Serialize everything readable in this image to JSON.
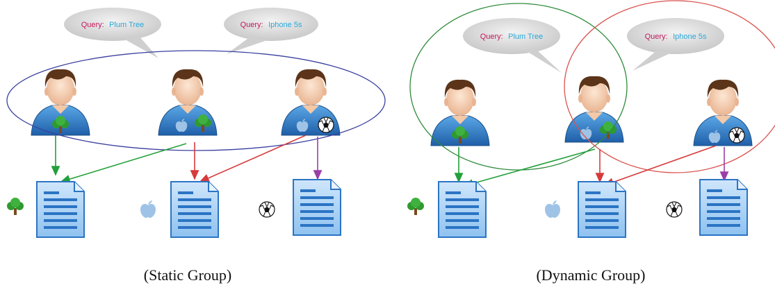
{
  "panels": [
    {
      "caption": "(Static Group)",
      "bubbles": [
        {
          "query_label": "Query:",
          "query_value": "Plum Tree"
        },
        {
          "query_label": "Query:",
          "query_value": "Iphone 5s"
        }
      ]
    },
    {
      "caption": "(Dynamic Group)",
      "bubbles": [
        {
          "query_label": "Query:",
          "query_value": "Plum Tree"
        },
        {
          "query_label": "Query:",
          "query_value": "Iphone 5s"
        }
      ]
    }
  ],
  "colors": {
    "static_group_ellipse": "#3a3f9e",
    "dynamic_group_green": "#2e8b3a",
    "dynamic_group_red": "#d9534f",
    "arrow_green": "#22a03a",
    "arrow_red": "#d63a3a",
    "arrow_purple": "#9b3fa8",
    "user_shirt": "#2f7fc8",
    "document_blue": "#3d8fe0"
  },
  "icons": [
    "tree-icon",
    "apple-icon",
    "soccer-ball-icon",
    "document-icon",
    "user-avatar-icon"
  ]
}
